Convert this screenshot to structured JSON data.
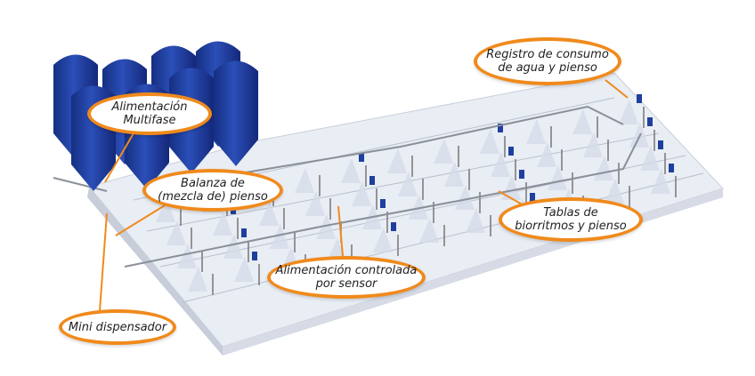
{
  "labels": {
    "registro": {
      "line1": "Registro de consumo",
      "line2": "de agua y pienso"
    },
    "multifase": {
      "line1": "Alimentación",
      "line2": "Multifase"
    },
    "balanza": {
      "line1": "Balanza de",
      "line2": "(mezcla de) pienso"
    },
    "tablas": {
      "line1": "Tablas de",
      "line2": "biorritmos y pienso"
    },
    "sensor": {
      "line1": "Alimentación controlada",
      "line2": "por sensor"
    },
    "mini": {
      "line1": "Mini dispensador"
    }
  },
  "colors": {
    "accent": "#f08a1c",
    "silo": "#1f3f9e",
    "barn": "#e8ecf3"
  }
}
